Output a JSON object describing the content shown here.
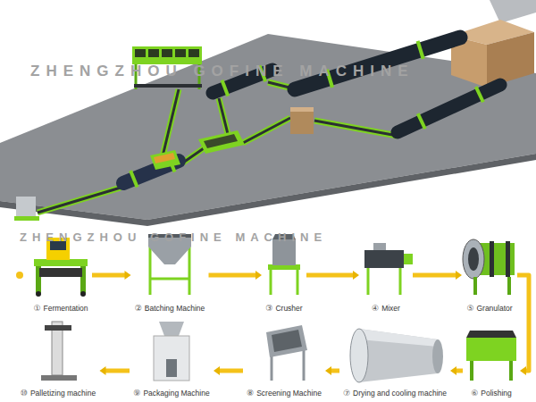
{
  "diagram": {
    "nodes": [
      {
        "text": [
          "①",
          "Fermentation"
        ]
      },
      {
        "text": [
          "②",
          "Batching Machine"
        ]
      },
      {
        "text": [
          "③",
          "Crusher"
        ]
      },
      {
        "text": [
          "④",
          "Mixer"
        ]
      },
      {
        "text": [
          "⑤",
          "Granulator"
        ]
      },
      {
        "text": [
          "⑥",
          "Polishing"
        ]
      },
      {
        "text": [
          "⑦",
          "Drying and cooling machine"
        ]
      },
      {
        "text": [
          "⑧",
          "Screening Machine"
        ]
      },
      {
        "text": [
          "⑨",
          "Packaging Machine"
        ]
      },
      {
        "text": [
          "⑩",
          "Palletizing machine"
        ]
      }
    ],
    "edges": [
      {
        "from": 0,
        "to": 1,
        "arrow": "to"
      },
      {
        "from": 1,
        "to": 2,
        "arrow": "to"
      },
      {
        "from": 2,
        "to": 3,
        "arrow": "to"
      },
      {
        "from": 3,
        "to": 4,
        "arrow": "to"
      },
      {
        "from": 4,
        "to": 5,
        "arrow": "to"
      },
      {
        "from": 5,
        "to": 6,
        "arrow": "to"
      },
      {
        "from": 6,
        "to": 7,
        "arrow": "to"
      },
      {
        "from": 7,
        "to": 8,
        "arrow": "to"
      },
      {
        "from": 8,
        "to": 9,
        "arrow": "to"
      }
    ],
    "labels": [
      "ZHENGZHOU GOFINE MACHINE",
      "ZHENGZHOU GOFINE MACHINE"
    ]
  }
}
